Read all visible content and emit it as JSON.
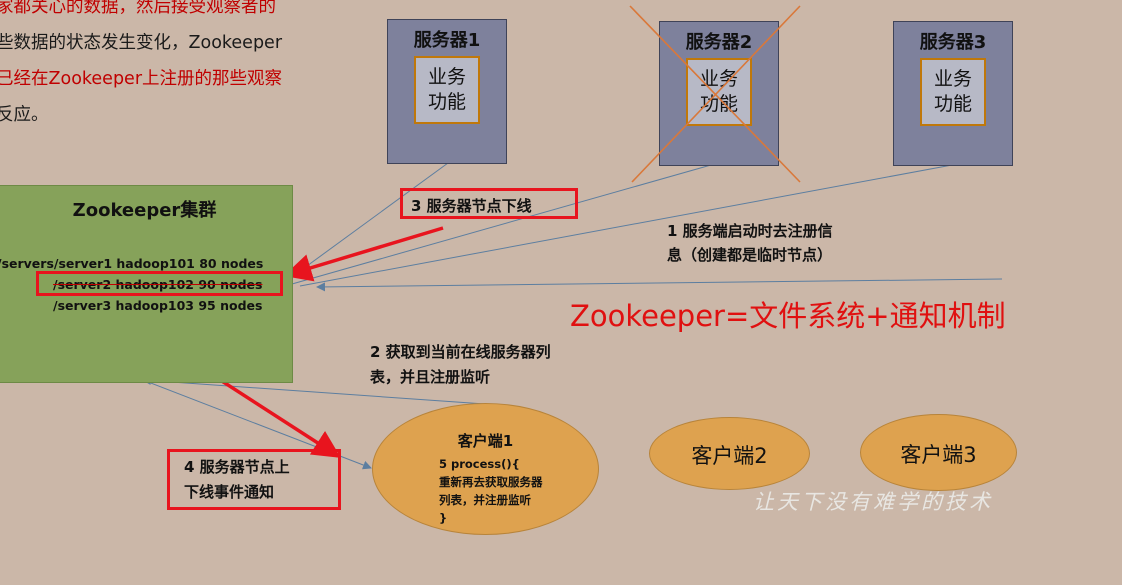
{
  "intro": {
    "line1": "家都关心的数据，然后接受观察者的",
    "line2": "些数据的状态发生变化，Zookeeper",
    "line3": "已经在Zookeeper上注册的那些观察",
    "line4": "反应。"
  },
  "servers": [
    {
      "title": "服务器1",
      "func_line1": "业务",
      "func_line2": "功能"
    },
    {
      "title": "服务器2",
      "func_line1": "业务",
      "func_line2": "功能",
      "crossed_out": true
    },
    {
      "title": "服务器3",
      "func_line1": "业务",
      "func_line2": "功能"
    }
  ],
  "cluster": {
    "title": "Zookeeper集群",
    "nodes": [
      "/servers/server1   hadoop101   80 nodes",
      "/server2   hadoop102   90 nodes",
      "/server3   hadoop103   95 nodes"
    ]
  },
  "steps": {
    "step1_line1": "1  服务端启动时去注册信",
    "step1_line2": "息（创建都是临时节点）",
    "step2_line1": "2  获取到当前在线服务器列",
    "step2_line2": "表，并且注册监听",
    "step3": "3 服务器节点下线",
    "step4_line1": "4  服务器节点上",
    "step4_line2": "下线事件通知"
  },
  "formula": "Zookeeper=文件系统+通知机制",
  "clients": {
    "client1": {
      "title": "客户端1",
      "code1": "5 process(){",
      "code2": "重新再去获取服务器",
      "code3": "列表，并注册监听",
      "code4": "}"
    },
    "client2": "客户端2",
    "client3": "客户端3"
  },
  "watermark": "让天下没有难学的技术",
  "colors": {
    "background": "#cbb7a8",
    "server_fill": "#7e819c",
    "cluster_fill": "#86a25a",
    "client_fill": "#dea24f",
    "highlight_red": "#e8141e",
    "cross": "#d9783a",
    "connector": "#5c7ea0"
  }
}
